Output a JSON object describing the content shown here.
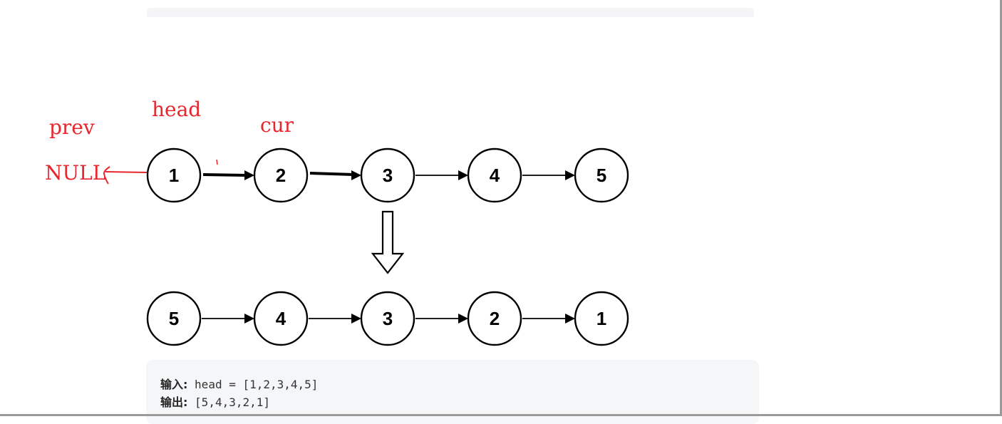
{
  "annotations": {
    "prev": "prev",
    "head": "head",
    "cur": "cur",
    "null": "NULL"
  },
  "top_list": [
    {
      "value": "1"
    },
    {
      "value": "2"
    },
    {
      "value": "3"
    },
    {
      "value": "4"
    },
    {
      "value": "5"
    }
  ],
  "bottom_list": [
    {
      "value": "5"
    },
    {
      "value": "4"
    },
    {
      "value": "3"
    },
    {
      "value": "2"
    },
    {
      "value": "1"
    }
  ],
  "colors": {
    "annotation": "#e8262d",
    "node_stroke": "#000000",
    "code_background": "#f5f6f8"
  },
  "example": {
    "input_label": "输入:",
    "input_value": "head = [1,2,3,4,5]",
    "output_label": "输出:",
    "output_value": "[5,4,3,2,1]"
  }
}
